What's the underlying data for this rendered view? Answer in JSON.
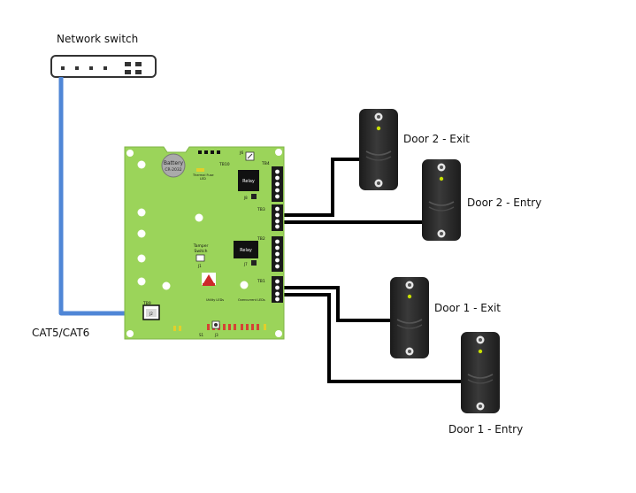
{
  "labels": {
    "network_switch": "Network switch",
    "cable": "CAT5/CAT6",
    "door2_exit": "Door 2 - Exit",
    "door2_entry": "Door 2 - Entry",
    "door1_exit": "Door 1 - Exit",
    "door1_entry": "Door 1 - Entry"
  },
  "board": {
    "battery": "Battery",
    "battery_model": "CR-2032",
    "relay_top": "Relay",
    "relay_bottom": "Relay",
    "tamper": "Tamper",
    "tamper_sub": "Switch",
    "tb1": "TB1",
    "tb2": "TB2",
    "tb3": "TB3",
    "tb4": "TB4",
    "tb9": "TB9",
    "tb10": "TB10",
    "j1": "J1",
    "j2": "J2",
    "j3": "J3",
    "j6": "J6",
    "j7": "J7",
    "j8": "J8",
    "s1": "S1",
    "utility_leds": "Utility LEDs",
    "overcurrent_leds": "Overcurrent LEDs",
    "thermal_fuse": "Thermal Fuse",
    "led": "LED"
  },
  "colors": {
    "board": "#9bd45a",
    "ethernet_cable": "#4f86d6",
    "wire": "#000000",
    "reader_body": "#2b2b2b",
    "reader_led": "#c8e000"
  }
}
